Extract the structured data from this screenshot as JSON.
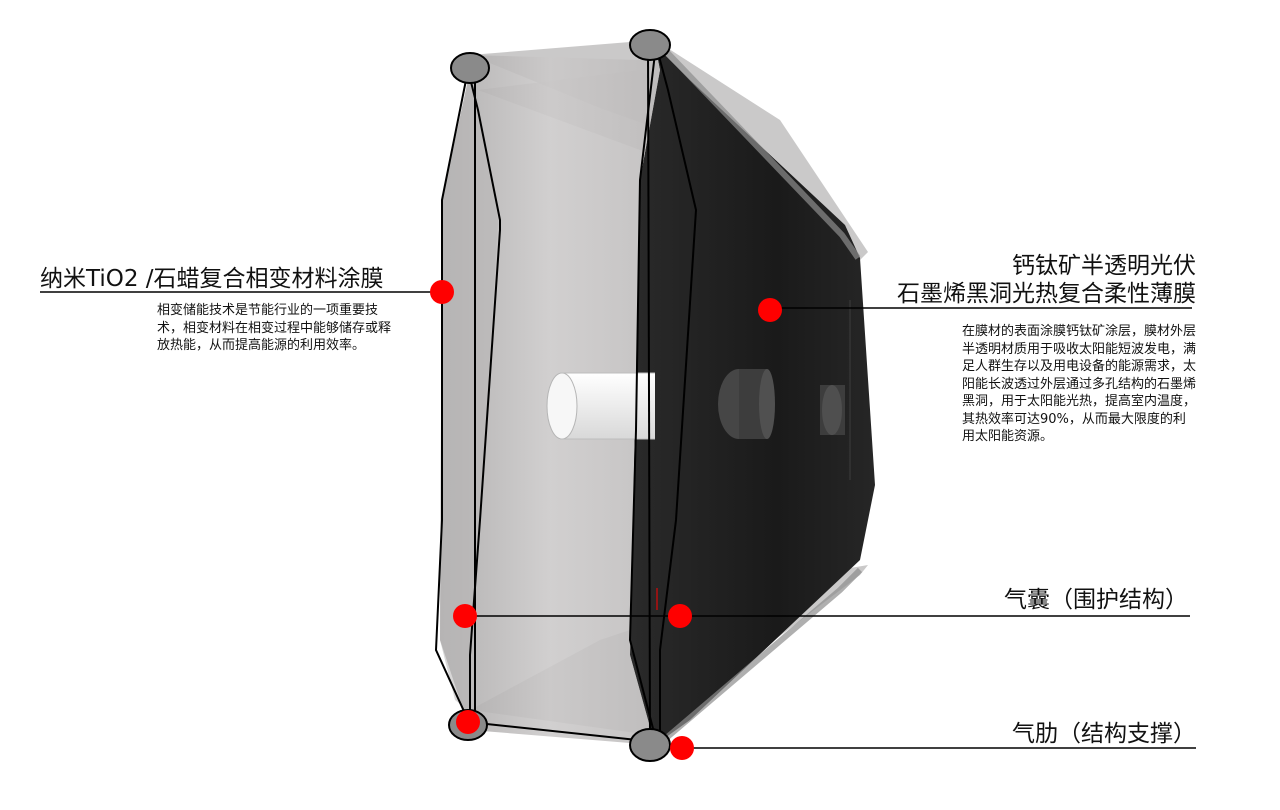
{
  "colors": {
    "marker": "#ff0000",
    "leader_line": "#000000",
    "front_membrane": "#c9c7c7",
    "back_membrane": "#1c1c1c"
  },
  "labels": {
    "left_title": "纳米TiO2 /石蜡复合相变材料涂膜",
    "left_desc": "相变储能技术是节能行业的一项重要技术，相变材料在相变过程中能够储存或释放热能，从而提高能源的利用效率。",
    "right_title_line1": "钙钛矿半透明光伏",
    "right_title_line2": "石墨烯黑洞光热复合柔性薄膜",
    "right_desc": "在膜材的表面涂膜钙钛矿涂层，膜材外层半透明材质用于吸收太阳能短波发电，满足人群生存以及用电设备的能源需求，太阳能长波透过外层通过多孔结构的石墨烯黑洞，用于太阳能光热，提高室内温度，其热效率可达90%，从而最大限度的利用太阳能资源。",
    "airbag": "气囊（围护结构）",
    "air_rib": "气肋（结构支撑）"
  }
}
